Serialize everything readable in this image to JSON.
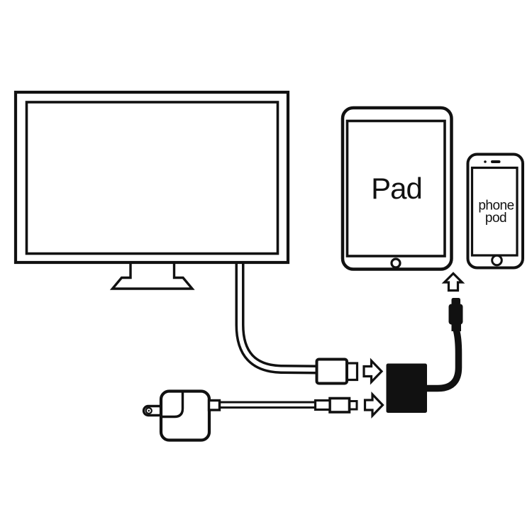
{
  "diagram": {
    "background_color": "#ffffff",
    "line_color": "#111111",
    "monitor": {
      "name": "display monitor",
      "screen_text": ""
    },
    "tablet": {
      "label": "Pad"
    },
    "phone": {
      "label_line1": "phone",
      "label_line2": "pod"
    },
    "adapter_box": {
      "fill_color": "#111111"
    },
    "icons": [
      "up-arrow-icon",
      "right-arrow-icon",
      "right-arrow-icon",
      "hdmi-connector-icon",
      "usb-connector-icon",
      "lightning-connector-icon",
      "power-plug-prong-icon"
    ]
  }
}
